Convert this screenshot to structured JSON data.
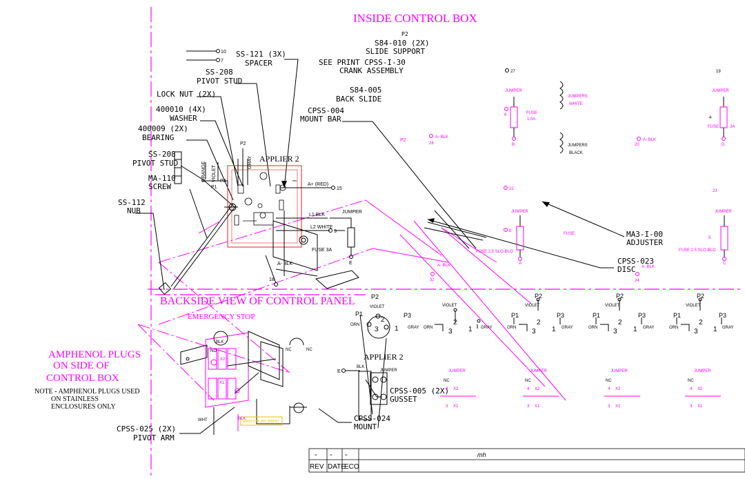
{
  "headings": {
    "inside_control_box": "INSIDE CONTROL BOX",
    "backside_view": "BACKSIDE VIEW OF CONTROL PANEL",
    "emergency_stop": "EMERGENCY STOP",
    "amphenol_1": "AMPHENOL PLUGS",
    "amphenol_2": "ON SIDE OF",
    "amphenol_3": "CONTROL BOX",
    "applier_top": "APPLIER 2",
    "applier_bottom": "APPLIER 2"
  },
  "note": {
    "line1": "NOTE - AMPHENOL PLUGS USED",
    "line2": "ON STAINLESS",
    "line3": "ENCLOSURES ONLY"
  },
  "callouts": {
    "p2_top": "P2",
    "s84_010": "S84-010 (2X)",
    "slide_support": "SLIDE SUPPORT",
    "see_print": "SEE PRINT CPSS-I-30",
    "crank_assembly": "CRANK ASSEMBLY",
    "s84_005": "S84-005",
    "back_slide": "BACK SLIDE",
    "cpss_004": "CPSS-004",
    "mount_bar": "MOUNT BAR",
    "ss_121": "SS-121 (3X)",
    "spacer": "SPACER",
    "ss_208_a": "SS-208",
    "pivot_stud_a": "PIVOT STUD",
    "lock_nut": "LOCK NUT (2X)",
    "w400010": "400010 (4X)",
    "washer": "WASHER",
    "b400009": "400009 (2X)",
    "bearing": "BEARING",
    "ss_208_b": "SS-208",
    "pivot_stud_b": "PIVOT STUD",
    "ma_110": "MA-110",
    "screw": "SCREW",
    "ss_112": "SS-112",
    "nub": "NUB",
    "ma3": "MA3-I-00",
    "adjuster": "ADJUSTER",
    "cpss_023": "CPSS-023",
    "disc": "DISC",
    "cpss_005": "CPSS-005 (2X)",
    "gusset": "GUSSET",
    "cpss_024": "CPSS-024",
    "mount": "MOUNT",
    "cpss_025": "CPSS-025 (2X)",
    "pivot_arm": "PIVOT ARM"
  },
  "wires": {
    "w10": "10",
    "w7": "7",
    "a_plus": "A+ (RED)",
    "w15": "15",
    "jumper": "JUMPER",
    "l1": "L1 BLK",
    "l2": "L2 WHITE",
    "w3": "3",
    "fuse3a": "FUSE 3A",
    "a_minus": "A- BLK",
    "w18": "18",
    "e": "E",
    "p2": "P2",
    "p3": "P3",
    "p1": "P1",
    "gray": "GRAY",
    "orange": "ORANGE",
    "violet": "VIOLET",
    "blk": "BLK",
    "wht": "WHT",
    "ncno": "NO"
  },
  "right_schematic": {
    "n27": "27",
    "n19": "19",
    "jumper": "JUMPER",
    "jumpers": "JUMPERS",
    "white": "WHITE",
    "black": "BLACK",
    "n6": "6",
    "fuse15": "FUSE",
    "fuse15b": "1.5A",
    "b": "B",
    "n4": "4",
    "fuse3a": "FUSE",
    "n3a": "3A",
    "d": "D",
    "n28": "28",
    "a_blk": "A- BLK",
    "n20": "20",
    "n31": "31",
    "n23": "23",
    "n8": "8",
    "n5": "5",
    "fuse": "FUSE",
    "fuse25": "FUSE 2.5 SLO-BLO",
    "a": "A",
    "c": "C",
    "n32": "32",
    "n24": "24",
    "violet": "VIOLET",
    "p1": "P1",
    "p2": "P2",
    "p3": "P3",
    "orn": "ORN",
    "gray": "GRAY",
    "k1": "1",
    "k2": "2",
    "k3": "3",
    "nc": "NC",
    "x1": "X1",
    "x2": "X2",
    "varistor": "VARISTOR P/N 300P9T"
  },
  "title_block": {
    "rev": "REV",
    "date": "DATE",
    "eco": "ECO",
    "dash": "-",
    "initials": "mh"
  }
}
